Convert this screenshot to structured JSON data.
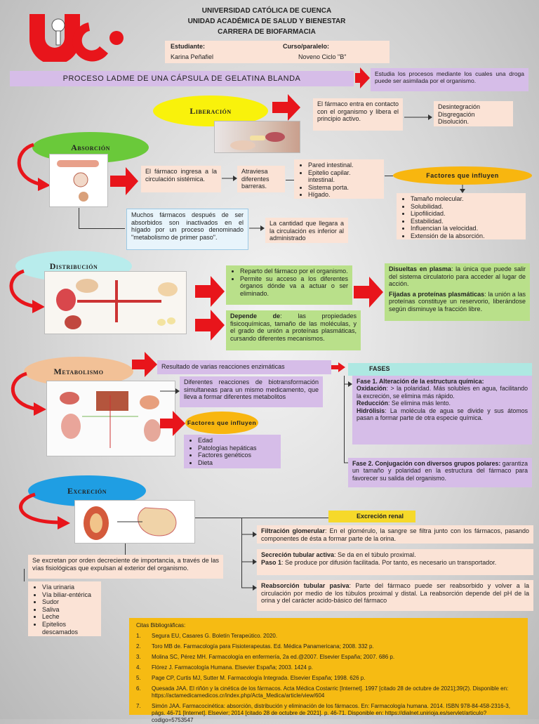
{
  "header": {
    "uni": "UNIVERSIDAD CATÓLICA DE CUENCA",
    "unit": "UNIDAD ACADÉMICA DE SALUD Y BIENESTAR",
    "career": "CARRERA DE BIOFARMACIA",
    "student_label": "Estudiante:",
    "course_label": "Curso/paralelo:",
    "student_name": "Karina Peñafiel",
    "course_value": "Noveno Ciclo \"B\""
  },
  "title": "PROCESO LADME DE UNA CÁPSULA DE GELATINA BLANDA",
  "title_note": "Estudia los procesos mediante los cuales una droga puede ser asimilada por el organismo.",
  "liberacion": {
    "label": "Liberación",
    "text": "El fármaco entra en contacto con el organismo y libera el principio activo.",
    "list": [
      "Desintegración",
      "Disgregación",
      "Disolución."
    ]
  },
  "absorcion": {
    "label": "Absorción",
    "ingresa": "El fármaco ingresa a la circulación sistémica.",
    "atraviesa": "Atraviesa diferentes barreras.",
    "barreras": [
      "Pared intestinal.",
      "Epitelio capilar.",
      "intestinal.",
      "Sistema porta.",
      "Hígado."
    ],
    "factores_title": "Factores que influyen",
    "factores": [
      "Tamaño molecular.",
      "Solubilidad.",
      "Lipofilicidad.",
      "Estabilidad.",
      "Influencian la velocidad.",
      "Extensión de la absorción."
    ],
    "primer_paso": "Muchos fármacos después de ser absorbidos son inactivados en el hígado por un proceso denominado \"metabolismo de primer paso\".",
    "cantidad": "La cantidad que llegara a la circulación es inferior al administrado"
  },
  "distribucion": {
    "label": "Distribución",
    "items": [
      "Reparto del fármaco por el organismo.",
      "Permite su acceso a los diferentes órganos dónde va a actuar o ser eliminado."
    ],
    "depende_b": "Depende de",
    "depende_t": ": las propiedades fisicoquímicas, tamaño de las moléculas, y el grado de unión a proteínas plasmáticas, cursando diferentes mecanismos.",
    "disueltas_b": "Disueltas en plasma",
    "disueltas_t": ": la única que puede salir del sistema circulatorio para acceder al lugar de acción.",
    "fijadas_b": "Fijadas a proteínas plasmáticas",
    "fijadas_t": ": la unión a las proteínas constituye un reservorio, liberándose según disminuye la fracción libre."
  },
  "metabolismo": {
    "label": "Metabolismo",
    "resultado": "Resultado de varias reacciones enzimáticas",
    "diferentes": "Diferentes reacciones de biotransformación simultaneas para un mismo medicamento, que lleva a formar diferentes metabolitos",
    "factores_title": "Factores que influyen",
    "factores": [
      "Edad",
      "Patologías hepáticas",
      "Factores genéticos",
      "Dieta"
    ],
    "fases_title": "FASES",
    "fase1_title": "Fase 1. Alteración de la estructura química:",
    "ox_b": "Oxidación",
    "ox_t": ": > la polaridad. Más solubles en agua, facilitando la excreción, se elimina más rápido.",
    "red_b": "Reducción",
    "red_t": ": Se elimina más lento.",
    "hid_b": "Hidrólisis",
    "hid_t": ": La molécula de agua se divide y sus átomos pasan a formar parte de otra especie química.",
    "fase2_b": "Fase 2. Conjugación con diversos grupos polares:",
    "fase2_t": " garantiza un tamaño y polaridad en la estructura del fármaco para favorecer su salida del organismo."
  },
  "excrecion": {
    "label": "Excreción",
    "renal_title": "Excreción renal",
    "text": "Se excretan por orden decreciente de importancia, a través de las vías fisiológicas que expulsan al exterior del organismo.",
    "vias": [
      "Vía urinaria",
      "Vía biliar-entérica",
      "Sudor",
      "Saliva",
      "Leche",
      "Epitelios descamados"
    ],
    "filt_b": "Filtración glomerular",
    "filt_t": ": En el glomérulo, la sangre se filtra junto con los fármacos, pasando componentes de ésta a formar parte de la orina.",
    "sec_b": "Secreción tubular activa",
    "sec_t": ": Se da en el túbulo proximal.",
    "paso_b": "Paso 1",
    "paso_t": ": Se produce por difusión facilitada. Por tanto, es necesario un transportador.",
    "reab_b": "Reabsorción tubular pasiva",
    "reab_t": ": Parte del fármaco puede ser reabsorbido y volver a la circulación por medio de los túbulos proximal y distal. La reabsorción depende del pH de la orina y del carácter acido-básico del fármaco"
  },
  "refs": {
    "title": "Citas Bibliográficas:",
    "items": [
      {
        "n": "1.",
        "t": "Segura EU, Casares G. Boletín Terapeútico. 2020."
      },
      {
        "n": "2.",
        "t": "Toro MB de. Farmacología para Fisioterapeutas. Ed. Médica Panamericana; 2008. 332 p."
      },
      {
        "n": "3.",
        "t": "Molina SC, Pérez MH. Farmacología en enfermería, 2a ed.@2007. Elsevier España; 2007. 686 p."
      },
      {
        "n": "4.",
        "t": "Flórez J. Farmacología Humana. Elsevier España; 2003. 1424 p."
      },
      {
        "n": "5.",
        "t": "Page CP, Curtis MJ, Sutter M. Farmacología Integrada. Elsevier España; 1998. 626 p."
      },
      {
        "n": "6.",
        "t": "Quesada JAA. El riñón y la cinética de los fármacos. Acta Médica Costarric [Internet]. 1997 [citado 28 de octubre de 2021];39(2). Disponible en: https://actamedicamedicos.cr/index.php/Acta_Medica/article/view/604"
      },
      {
        "n": "7.",
        "t": "Simón JAA. Farmacocinética: absorción, distribución y eliminación de los fármacos. En: Farmacología humana. 2014. ISBN 978-84-458-2316-3, págs. 46-71 [Internet]. Elsevier; 2014 [citado 28 de octubre de 2021]. p. 46-71. Disponible en: https://dialnet.unirioja.es/servlet/articulo?codigo=5753547"
      }
    ]
  },
  "colors": {
    "red": "#e8151b",
    "lavender": "#d6bde8",
    "peach": "#fbe3d6",
    "green": "#b9e08a",
    "yellow": "#f6bb13"
  }
}
